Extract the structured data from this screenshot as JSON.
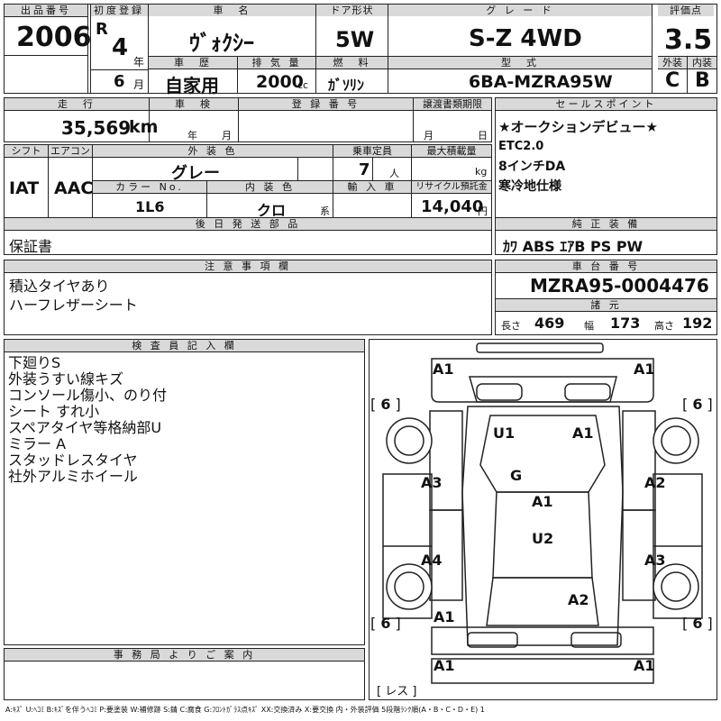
{
  "h": {
    "lot_label": "出品番号",
    "lot": "2006",
    "reg_label": "初度登録",
    "era": "R",
    "year": "4",
    "year_unit": "年",
    "month": "6",
    "month_unit": "月",
    "name_label": "車　名",
    "name": "ｳﾞｫｸｼｰ",
    "door_label": "ドア形状",
    "door": "5W",
    "grade_label": "グ レ ー ド",
    "grade": "S-Z 4WD",
    "score_label": "評価点",
    "score": "3.5",
    "ext_label": "外装",
    "ext": "C",
    "int_label": "内装",
    "int": "B",
    "history_label": "車　歴",
    "history": "自家用",
    "disp_label": "排 気 量",
    "disp": "2000",
    "disp_unit": "cc",
    "fuel_label": "燃　料",
    "fuel": "ｶﾞｿﾘﾝ",
    "model_label": "型　式",
    "model": "6BA-MZRA95W"
  },
  "r2": {
    "mileage_label": "走　行",
    "mileage": "35,569",
    "mileage_unit": "km",
    "inspect_label": "車　検",
    "inspect_year": "年",
    "inspect_month": "月",
    "regno_label": "登 録 番 号",
    "transfer_label": "譲渡書類期限",
    "transfer_month": "月",
    "transfer_day": "日"
  },
  "r3": {
    "shift_label": "シフト",
    "shift": "IAT",
    "ac_label": "エアコン",
    "ac": "AAC",
    "color_label": "外 装 色",
    "color": "グレー",
    "seats_label": "乗車定員",
    "seats": "7",
    "seats_unit": "人",
    "load_label": "最大積載量",
    "load_unit": "kg",
    "colorno_label": "カラー No.",
    "colorno": "1L6",
    "intcolor_label": "内 装 色",
    "intcolor": "クロ",
    "intcolor_unit": "系",
    "import_label": "輸 入 車",
    "recycle_label": "リサイクル預託金",
    "recycle": "14,040",
    "recycle_unit": "円"
  },
  "later_label": "後 日 発 送 部 品",
  "later": "保証書",
  "sales_label": "セールスポイント",
  "sales": [
    "★オークションデビュー★",
    "ETC2.0",
    "8インチDA",
    "寒冷地仕様"
  ],
  "equip_label": "純 正 装 備",
  "equip": "ｶﾜ ABS ｴｱB PS PW",
  "notes_label": "注 意 事 項 欄",
  "notes": [
    "積込タイヤあり",
    "ハーフレザーシート"
  ],
  "chassis_label": "車 台 番 号",
  "chassis": "MZRA95-0004476",
  "dims_label": "諸 元",
  "dims": {
    "l_label": "長さ",
    "l": "469",
    "w_label": "幅",
    "w": "173",
    "h_label": "高さ",
    "h": "192"
  },
  "inspector_label": "検 査 員 記 入 欄",
  "inspector": [
    "下廻りS",
    "外装うすい線キズ",
    "コンソール傷小、のり付",
    "シート すれ小",
    "スペアタイヤ等格納部U",
    "ミラー A",
    "スタッドレスタイヤ",
    "社外アルミホイール"
  ],
  "office_label": "事 務 局 よ り ご 案 内",
  "diagram": {
    "marks": [
      "A1",
      "A1",
      "U1",
      "A1",
      "G",
      "A3",
      "A2",
      "A1",
      "U2",
      "A4",
      "A3",
      "A2",
      "A1",
      "A1",
      "A1"
    ],
    "tires": [
      "6",
      "6",
      "6",
      "6"
    ],
    "spare": "レス"
  },
  "legend": "A:ｷｽﾞ U:ﾍｺﾐ B:ｷｽﾞを伴うﾍｺﾐ P:要塗装 W:補修跡 S:錆 C:腐食 G:ﾌﾛﾝﾄｶﾞﾗｽ点ｷｽﾞ XX:交換済み X:要交換 内・外装評価 5段階ﾗﾝｸ順(A・B・C・D・E) 1"
}
